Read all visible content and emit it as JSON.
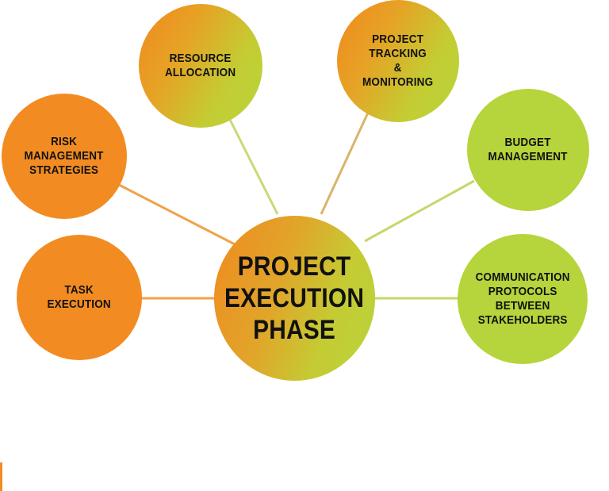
{
  "center": {
    "label": "PROJECT\nEXECUTION\nPHASE"
  },
  "nodes": [
    {
      "id": "resource-allocation",
      "label": "RESOURCE\nALLOCATION"
    },
    {
      "id": "project-tracking",
      "label": "PROJECT\nTRACKING\n&\nMONITORING"
    },
    {
      "id": "risk-management",
      "label": "RISK\nMANAGEMENT\nSTRATEGIES"
    },
    {
      "id": "budget-management",
      "label": "BUDGET\nMANAGEMENT"
    },
    {
      "id": "task-execution",
      "label": "TASK\nEXECUTION"
    },
    {
      "id": "communication-protocols",
      "label": "COMMUNICATION\nPROTOCOLS\nBETWEEN\nSTAKEHOLDERS"
    }
  ],
  "colors": {
    "orange": "#f28c22",
    "green": "#b6d43b",
    "connector_orange": "#f0a24a",
    "connector_green": "#c2d96a"
  }
}
